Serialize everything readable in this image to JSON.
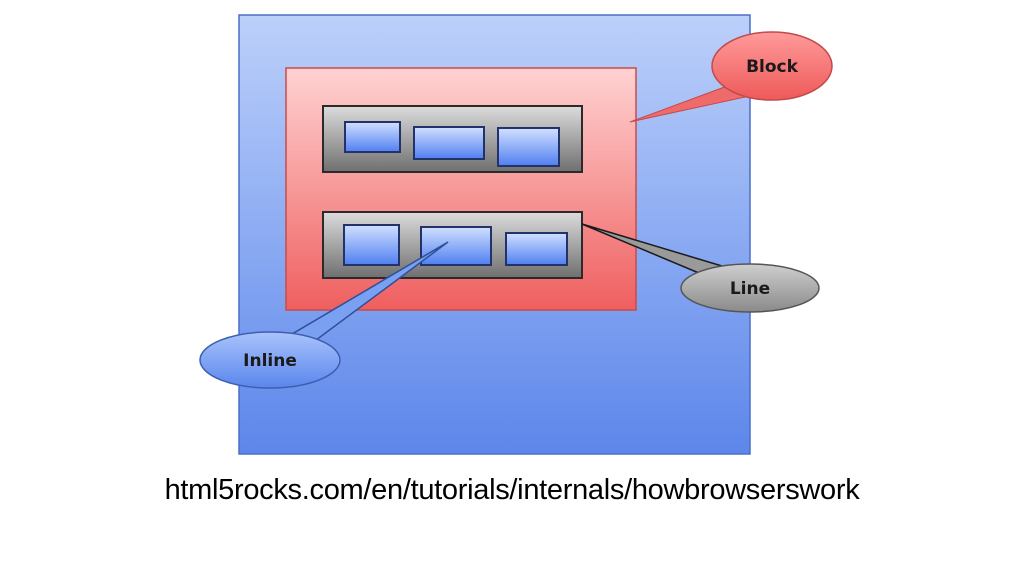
{
  "diagram": {
    "callouts": {
      "block": "Block",
      "line": "Line",
      "inline": "Inline"
    },
    "colors": {
      "outer_box": "#6f95ee",
      "block_box": "#f07272",
      "line_box": "#8a8a8a",
      "inline_box": "#7aa3f5",
      "block_bubble": "#f07070",
      "line_bubble": "#a5a5a5",
      "inline_bubble": "#6e97ee"
    },
    "lines": [
      {
        "inline_boxes": 3
      },
      {
        "inline_boxes": 3
      }
    ]
  },
  "caption": "html5rocks.com/en/tutorials/internals/howbrowserswork"
}
